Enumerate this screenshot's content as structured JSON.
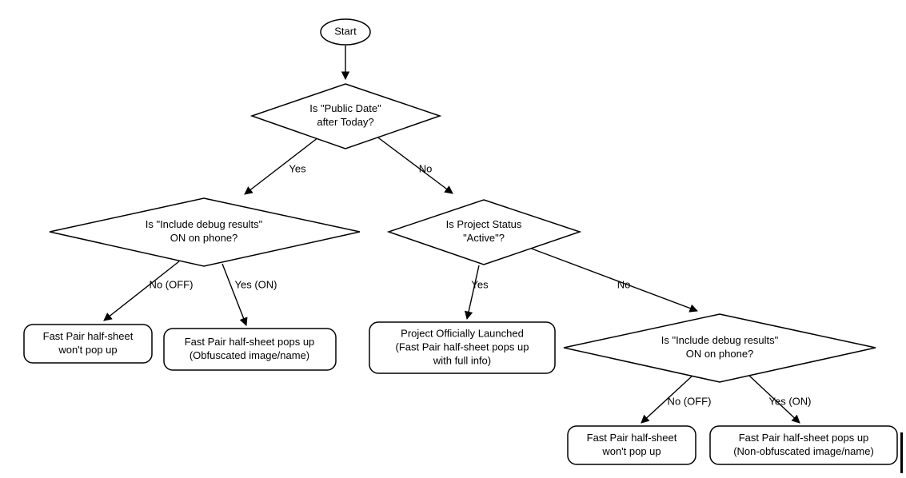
{
  "diagram": {
    "nodes": {
      "start": {
        "label": "Start",
        "shape": "ellipse"
      },
      "public_date": {
        "label": "Is \"Public Date\"\nafter Today?",
        "shape": "decision"
      },
      "debug_left": {
        "label": "Is \"Include debug results\"\nON on phone?",
        "shape": "decision"
      },
      "project_status": {
        "label": "Is Project Status\n\"Active\"?",
        "shape": "decision"
      },
      "debug_right": {
        "label": "Is \"Include debug results\"\nON on phone?",
        "shape": "decision"
      },
      "no_popup_left": {
        "label": "Fast Pair half-sheet\nwon't pop up",
        "shape": "rounded-rect"
      },
      "popup_obfuscated": {
        "label": "Fast Pair half-sheet pops up\n(Obfuscated image/name)",
        "shape": "rounded-rect"
      },
      "launched": {
        "label": "Project Officially Launched\n(Fast Pair half-sheet pops up\nwith full info)",
        "shape": "rounded-rect"
      },
      "no_popup_right": {
        "label": "Fast Pair half-sheet\nwon't pop up",
        "shape": "rounded-rect"
      },
      "popup_nonobfuscated": {
        "label": "Fast Pair half-sheet pops up\n(Non-obfuscated image/name)",
        "shape": "rounded-rect"
      }
    },
    "edges": {
      "yes_public": {
        "label": "Yes"
      },
      "no_public": {
        "label": "No"
      },
      "no_off_left": {
        "label": "No (OFF)"
      },
      "yes_on_left": {
        "label": "Yes (ON)"
      },
      "yes_active": {
        "label": "Yes"
      },
      "no_active": {
        "label": "No"
      },
      "no_off_right": {
        "label": "No (OFF)"
      },
      "yes_on_right": {
        "label": "Yes (ON)"
      }
    },
    "colors": {
      "stroke": "#000000",
      "fill": "#ffffff",
      "text": "#000000"
    }
  }
}
